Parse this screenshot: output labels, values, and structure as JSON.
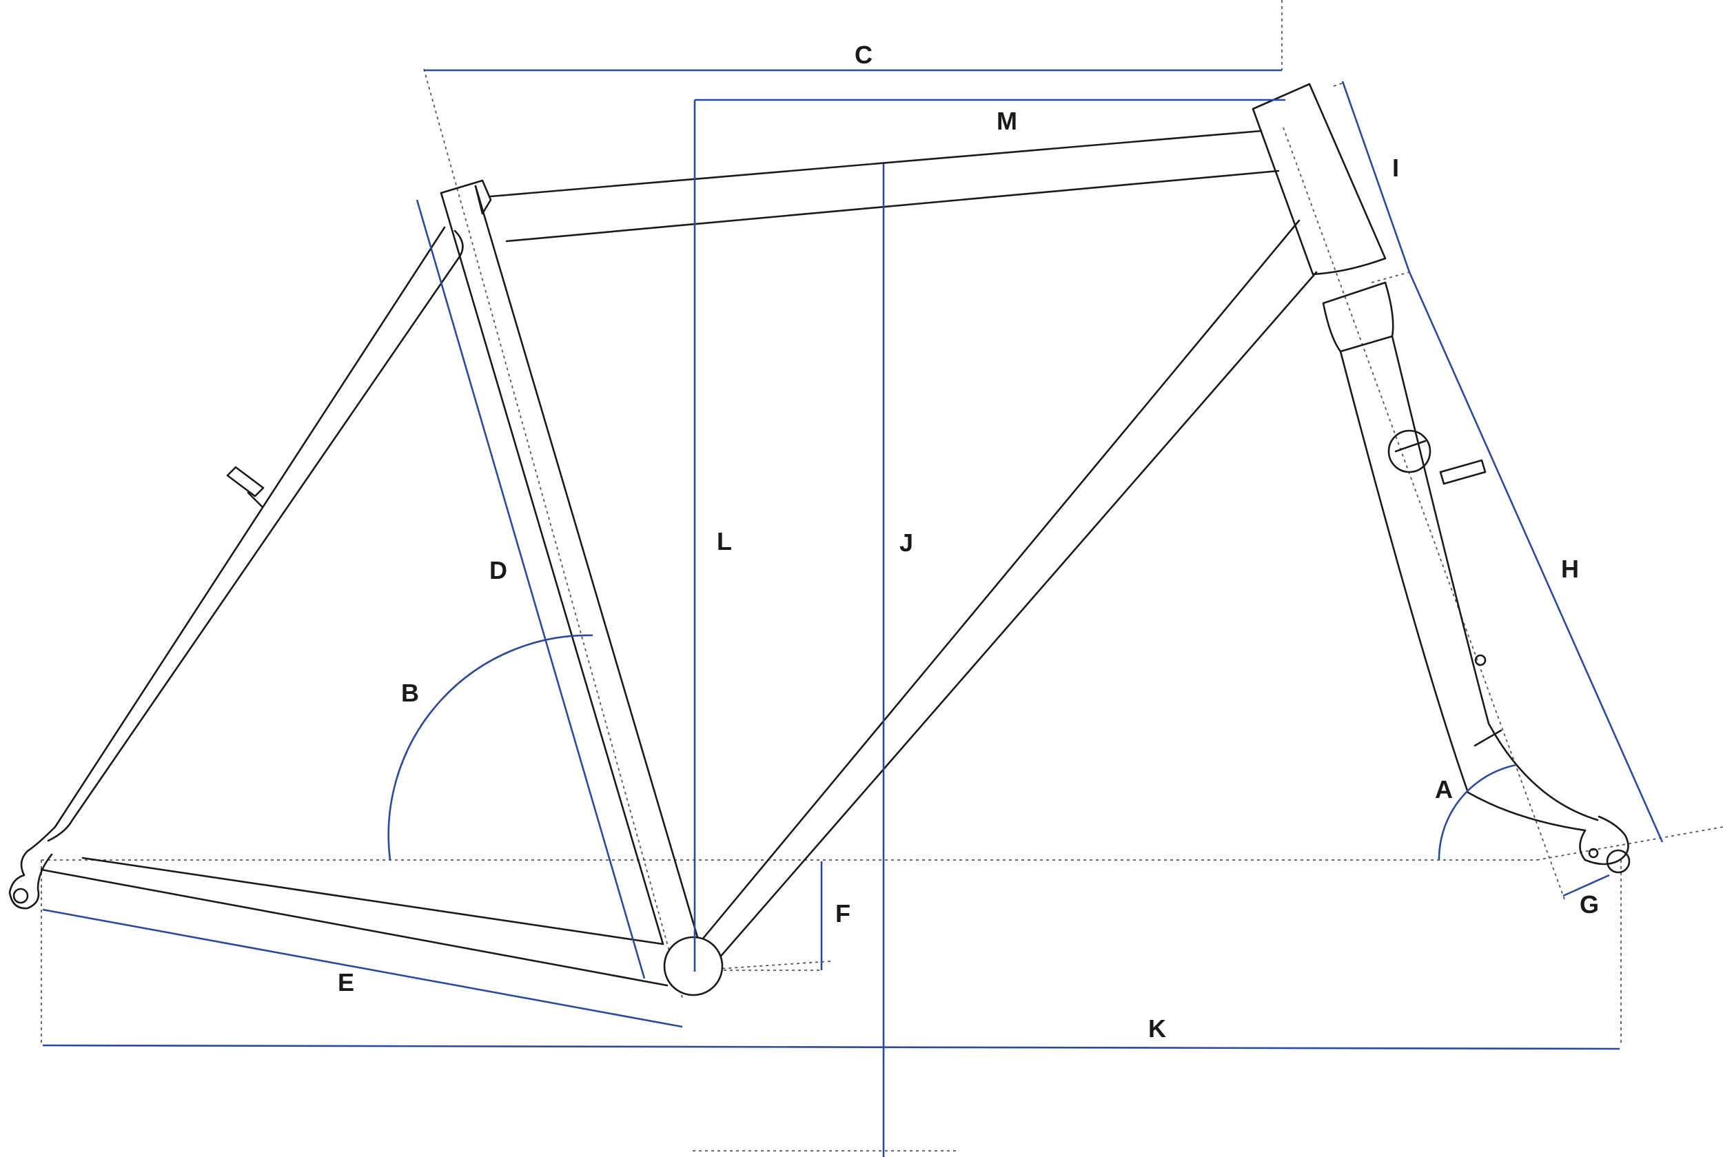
{
  "diagram": {
    "labels": {
      "A": "A",
      "B": "B",
      "C": "C",
      "D": "D",
      "E": "E",
      "F": "F",
      "G": "G",
      "H": "H",
      "I": "I",
      "J": "J",
      "K": "K",
      "L": "L",
      "M": "M"
    },
    "colors": {
      "frame": "#1a1a1a",
      "dimension": "#2b4a9a",
      "guide": "#555555"
    }
  }
}
